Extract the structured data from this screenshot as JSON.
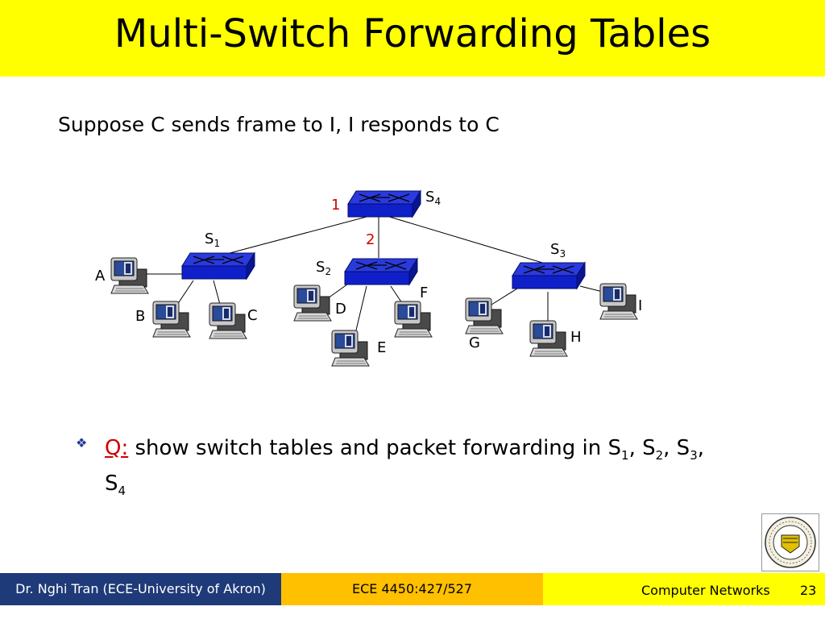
{
  "slide": {
    "title": "Multi-Switch Forwarding Tables",
    "subtitle": "Suppose C sends frame to I, I responds to C"
  },
  "diagram": {
    "switches": [
      {
        "id": "S4",
        "prefix": "S",
        "sub": "4"
      },
      {
        "id": "S1",
        "prefix": "S",
        "sub": "1"
      },
      {
        "id": "S2",
        "prefix": "S",
        "sub": "2"
      },
      {
        "id": "S3",
        "prefix": "S",
        "sub": "3"
      }
    ],
    "ports": [
      "1",
      "2"
    ],
    "hosts": [
      "A",
      "B",
      "C",
      "D",
      "E",
      "F",
      "G",
      "H",
      "I"
    ]
  },
  "question": {
    "label": "Q:",
    "text": " show switch tables and packet forwarding in S",
    "s1": "1",
    "s2": "2",
    "s3": "3",
    "s4": "4",
    "sep1": ", S",
    "sep2": ", S",
    "sep3": ",",
    "last_prefix": "S"
  },
  "seal": {
    "text": "THE UNIVERSITY OF AKRON 1870"
  },
  "footer": {
    "author": "Dr. Nghi Tran (ECE-University of Akron)",
    "course_code": "ECE 4450:427/527",
    "course_name": "Computer Networks",
    "page": "23"
  },
  "colors": {
    "title_bar": "#ffff00",
    "switch_fill": "#1020c8",
    "footer_left": "#1f3a78",
    "footer_mid": "#ffc000",
    "port_label": "#d00000"
  }
}
